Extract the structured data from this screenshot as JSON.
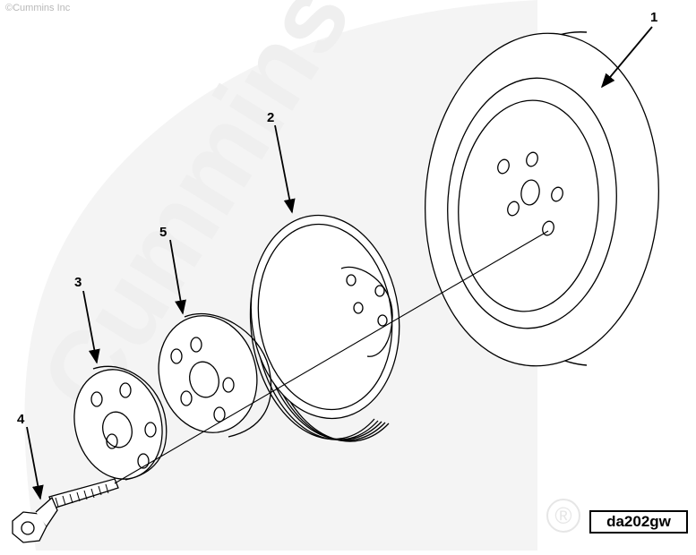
{
  "watermark": {
    "copyright": "©Cummins Inc",
    "brand": "Cummins",
    "registered_mark": "®"
  },
  "diagram": {
    "callouts": [
      "1",
      "2",
      "3",
      "4",
      "5"
    ],
    "code": "da202gw"
  },
  "colors": {
    "line": "#000000",
    "watermark": "#eeeeee",
    "background": "#ffffff"
  }
}
